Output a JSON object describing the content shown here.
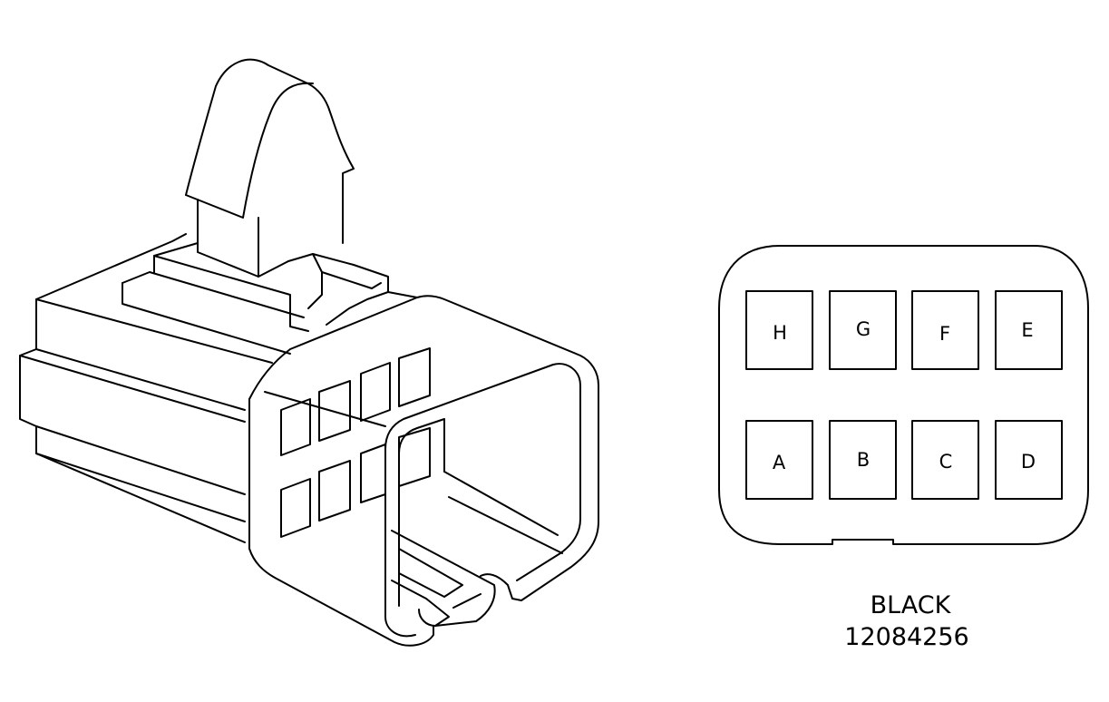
{
  "connector": {
    "color_label": "BLACK",
    "part_number": "12084256",
    "line_color": "#000000",
    "background": "#ffffff"
  },
  "face_view": {
    "top_row": [
      "H",
      "G",
      "F",
      "E"
    ],
    "bottom_row": [
      "A",
      "B",
      "C",
      "D"
    ]
  }
}
